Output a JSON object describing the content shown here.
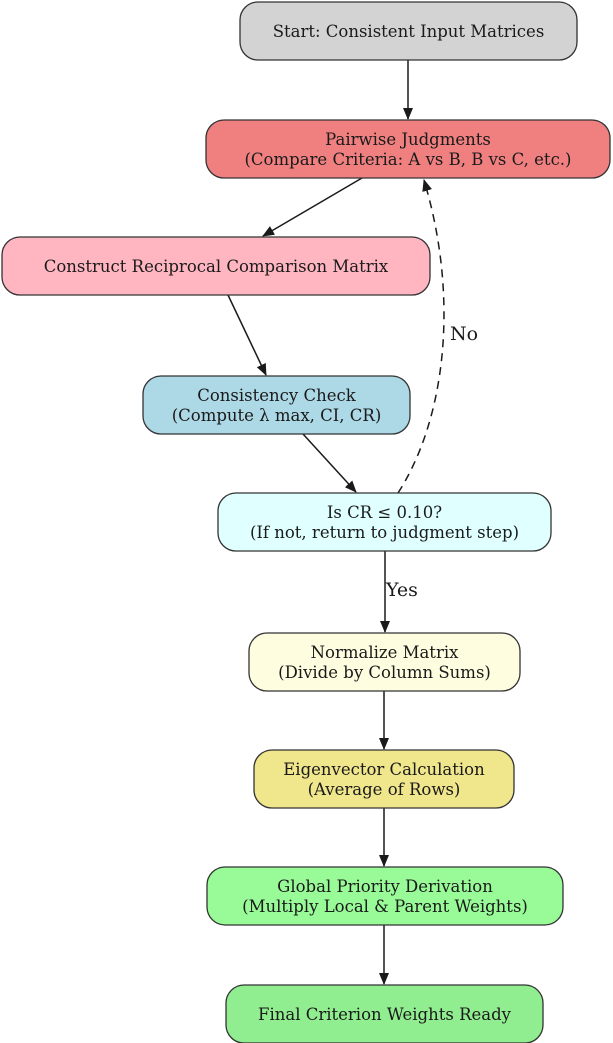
{
  "nodes": [
    {
      "id": "start",
      "lines": [
        "Start: Consistent Input Matrices"
      ],
      "fill": "#d3d3d3"
    },
    {
      "id": "pairwise",
      "lines": [
        "Pairwise Judgments",
        "(Compare Criteria: A vs B, B vs C, etc.)"
      ],
      "fill": "#f08080"
    },
    {
      "id": "construct",
      "lines": [
        "Construct Reciprocal Comparison Matrix"
      ],
      "fill": "#ffb6c1"
    },
    {
      "id": "consistency",
      "lines": [
        "Consistency Check",
        "(Compute λ max, CI, CR)"
      ],
      "fill": "#add8e6"
    },
    {
      "id": "cr-decision",
      "lines": [
        "Is CR ≤ 0.10?",
        "(If not, return to judgment step)"
      ],
      "fill": "#e0ffff"
    },
    {
      "id": "normalize",
      "lines": [
        "Normalize Matrix",
        "(Divide by Column Sums)"
      ],
      "fill": "#fffde0"
    },
    {
      "id": "eigenvector",
      "lines": [
        "Eigenvector Calculation",
        "(Average of Rows)"
      ],
      "fill": "#f0e68c"
    },
    {
      "id": "global",
      "lines": [
        "Global Priority Derivation",
        "(Multiply Local & Parent Weights)"
      ],
      "fill": "#98fb98"
    },
    {
      "id": "final",
      "lines": [
        "Final Criterion Weights Ready"
      ],
      "fill": "#90ee90"
    }
  ],
  "edges": [
    {
      "from": "start",
      "to": "pairwise",
      "label": "",
      "style": "solid"
    },
    {
      "from": "pairwise",
      "to": "construct",
      "label": "",
      "style": "solid"
    },
    {
      "from": "construct",
      "to": "consistency",
      "label": "",
      "style": "solid"
    },
    {
      "from": "consistency",
      "to": "cr-decision",
      "label": "",
      "style": "solid"
    },
    {
      "from": "cr-decision",
      "to": "pairwise",
      "label": "No",
      "style": "dashed"
    },
    {
      "from": "cr-decision",
      "to": "normalize",
      "label": "Yes",
      "style": "solid"
    },
    {
      "from": "normalize",
      "to": "eigenvector",
      "label": "",
      "style": "solid"
    },
    {
      "from": "eigenvector",
      "to": "global",
      "label": "",
      "style": "solid"
    },
    {
      "from": "global",
      "to": "final",
      "label": "",
      "style": "solid"
    }
  ]
}
